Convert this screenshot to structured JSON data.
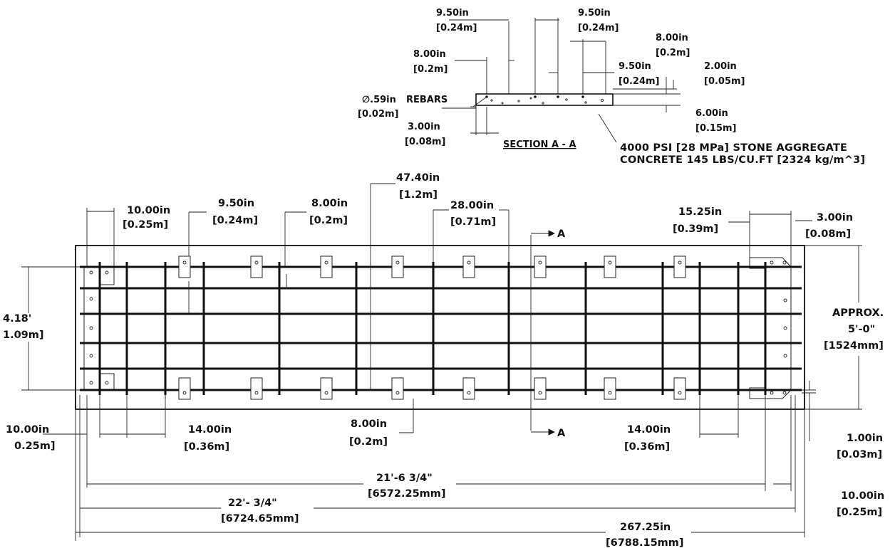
{
  "section": {
    "top_dims": [
      {
        "in": "9.50in",
        "m": "[0.24m]"
      },
      {
        "in": "9.50in",
        "m": "[0.24m]"
      },
      {
        "in": "8.00in",
        "m": "[0.2m]"
      },
      {
        "in": "8.00in",
        "m": "[0.2m]"
      },
      {
        "in": "9.50in",
        "m": "[0.24m]"
      },
      {
        "in": "2.00in",
        "m": "[0.05m]"
      },
      {
        "in": "6.00in",
        "m": "[0.15m]"
      },
      {
        "in": "3.00in",
        "m": "[0.08m]"
      }
    ],
    "rebar_dia": {
      "in": "∅.59in",
      "m": "[0.02m]"
    },
    "rebars_label": "REBARS",
    "title": "SECTION A - A",
    "concrete_line1": "4000 PSI [28 MPa] STONE AGGREGATE",
    "concrete_line2": "CONCRETE 145 LBS/CU.FT [2324 kg/m^3]"
  },
  "plan": {
    "top_dims": [
      {
        "in": "10.00in",
        "m": "[0.25m]"
      },
      {
        "in": "9.50in",
        "m": "[0.24m]"
      },
      {
        "in": "8.00in",
        "m": "[0.2m]"
      },
      {
        "in": "47.40in",
        "m": "[1.2m]"
      },
      {
        "in": "28.00in",
        "m": "[0.71m]"
      },
      {
        "in": "15.25in",
        "m": "[0.39m]"
      },
      {
        "in": "3.00in",
        "m": "[0.08m]"
      }
    ],
    "left_dim": {
      "ft": "4.18'",
      "m": "1.09m]"
    },
    "right_dim": {
      "l1": "APPROX.",
      "l2": "5'-0\"",
      "l3": "[1524mm]"
    },
    "section_mark": "A",
    "bottom_dims": [
      {
        "in": "10.00in",
        "m": "0.25m]"
      },
      {
        "in": "14.00in",
        "m": "[0.36m]"
      },
      {
        "in": "8.00in",
        "m": "[0.2m]"
      },
      {
        "in": "14.00in",
        "m": "[0.36m]"
      },
      {
        "in": "1.00in",
        "m": "[0.03m]"
      },
      {
        "in": "10.00in",
        "m": "[0.25m]"
      }
    ],
    "overall_1": {
      "ft": "21'-6 3/4\"",
      "mm": "[6572.25mm]"
    },
    "overall_2": {
      "ft": "22'- 3/4\"",
      "mm": "[6724.65mm]"
    },
    "overall_3": {
      "in": "267.25in",
      "mm": "[6788.15mm]"
    }
  }
}
